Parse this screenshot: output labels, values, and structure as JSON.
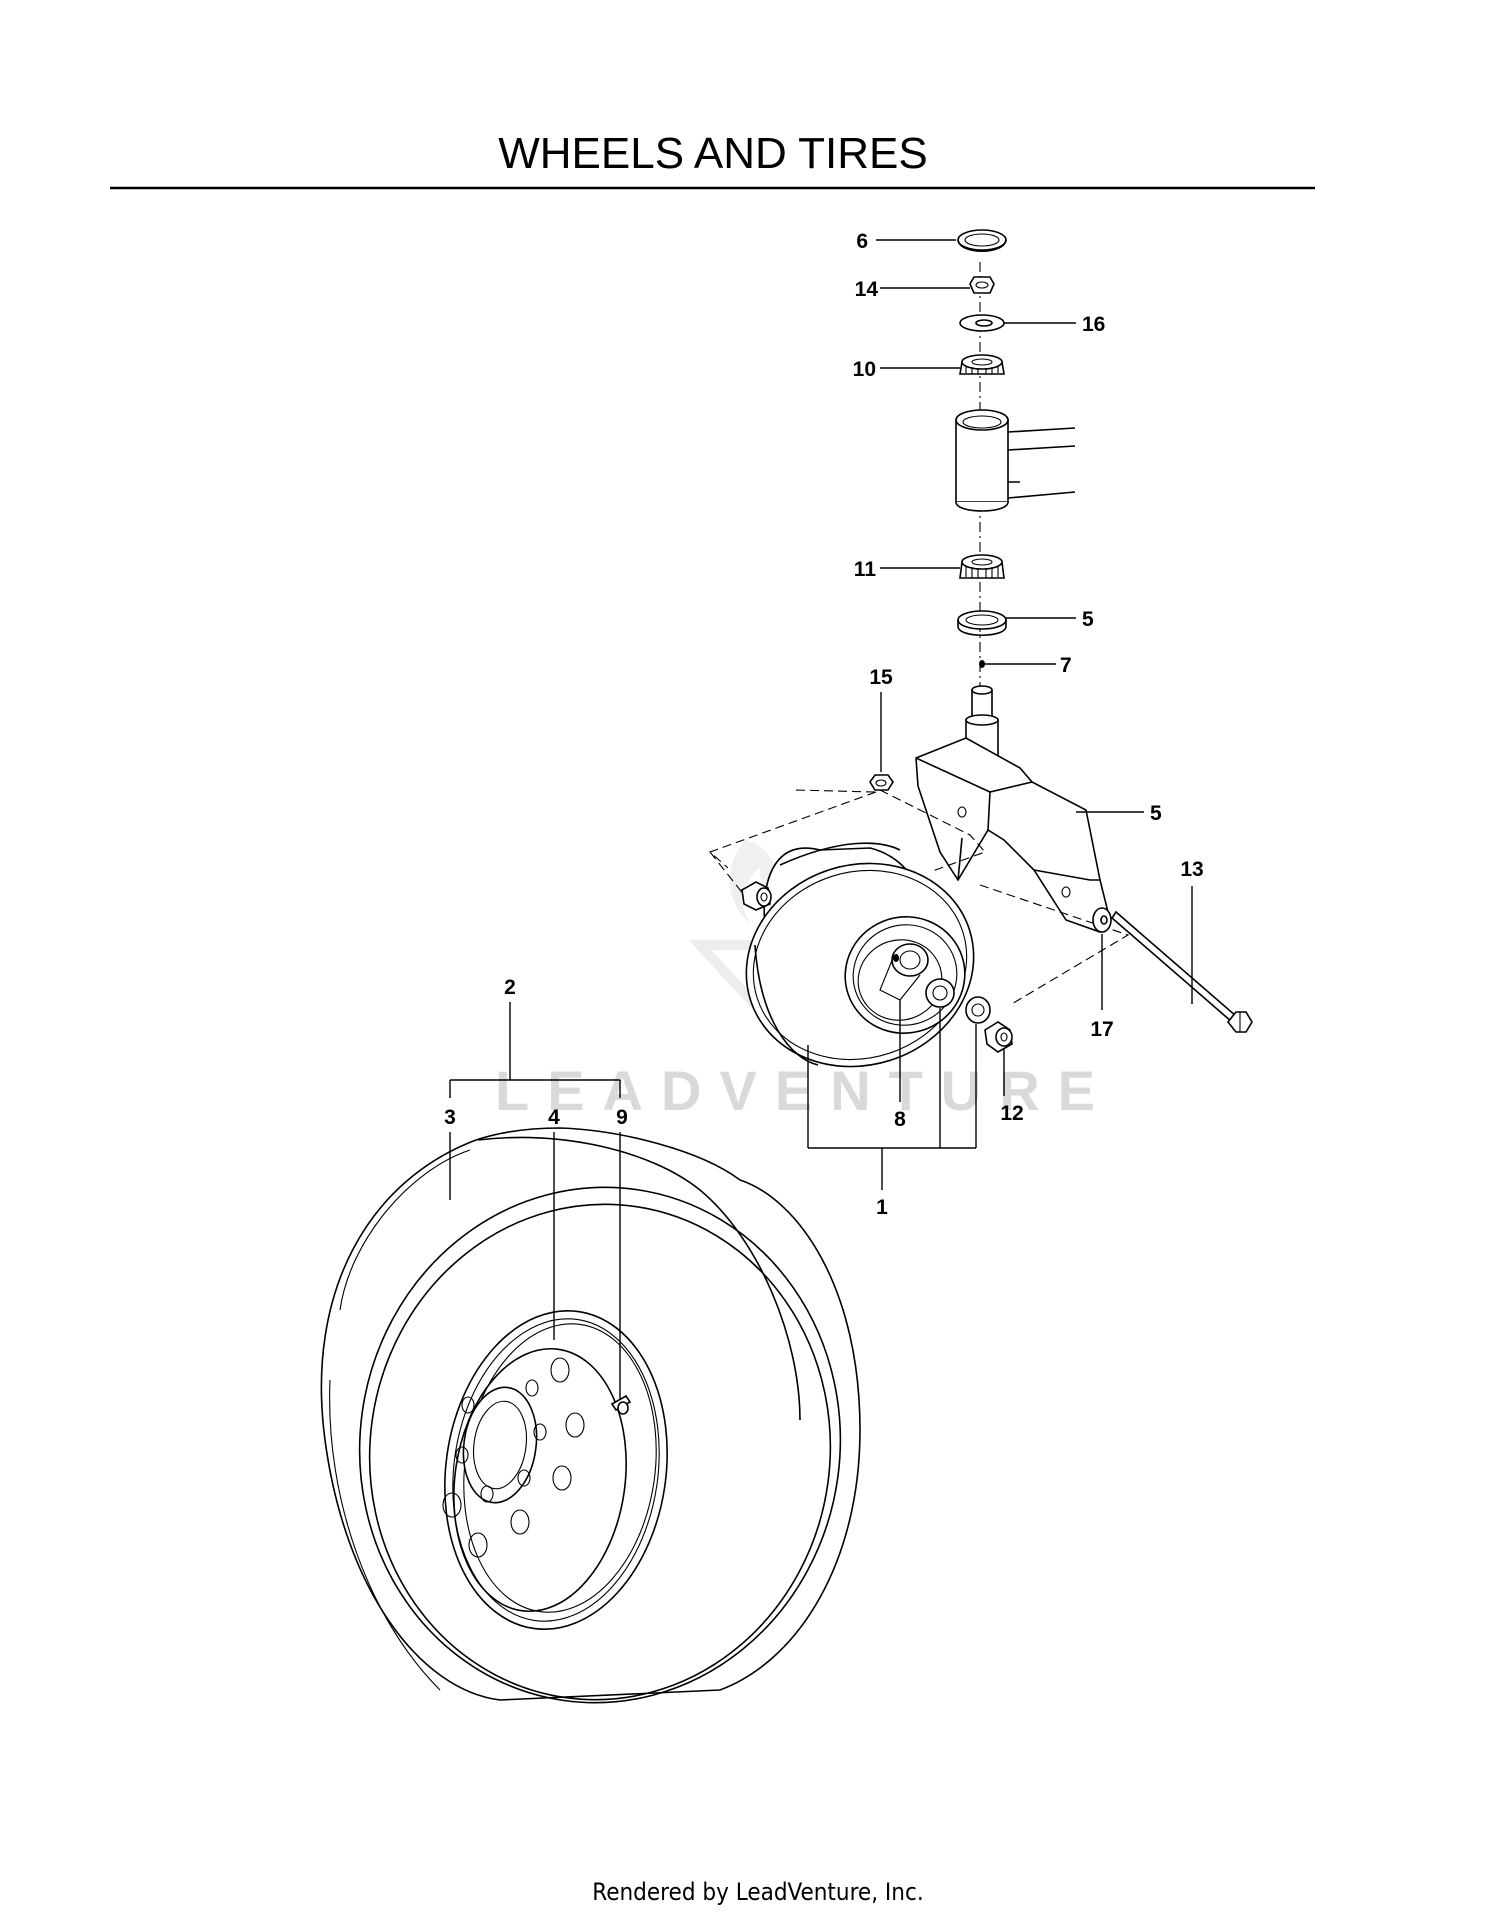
{
  "page": {
    "title": "WHEELS AND TIRES",
    "footer": "Rendered by LeadVenture, Inc.",
    "watermark": "LEADVENTURE"
  },
  "callouts": {
    "c1": "1",
    "c2": "2",
    "c3": "3",
    "c4": "4",
    "c5a": "5",
    "c5b": "5",
    "c6": "6",
    "c7": "7",
    "c8": "8",
    "c9": "9",
    "c10": "10",
    "c11": "11",
    "c12": "12",
    "c13": "13",
    "c14": "14",
    "c15": "15",
    "c16": "16",
    "c17": "17"
  }
}
